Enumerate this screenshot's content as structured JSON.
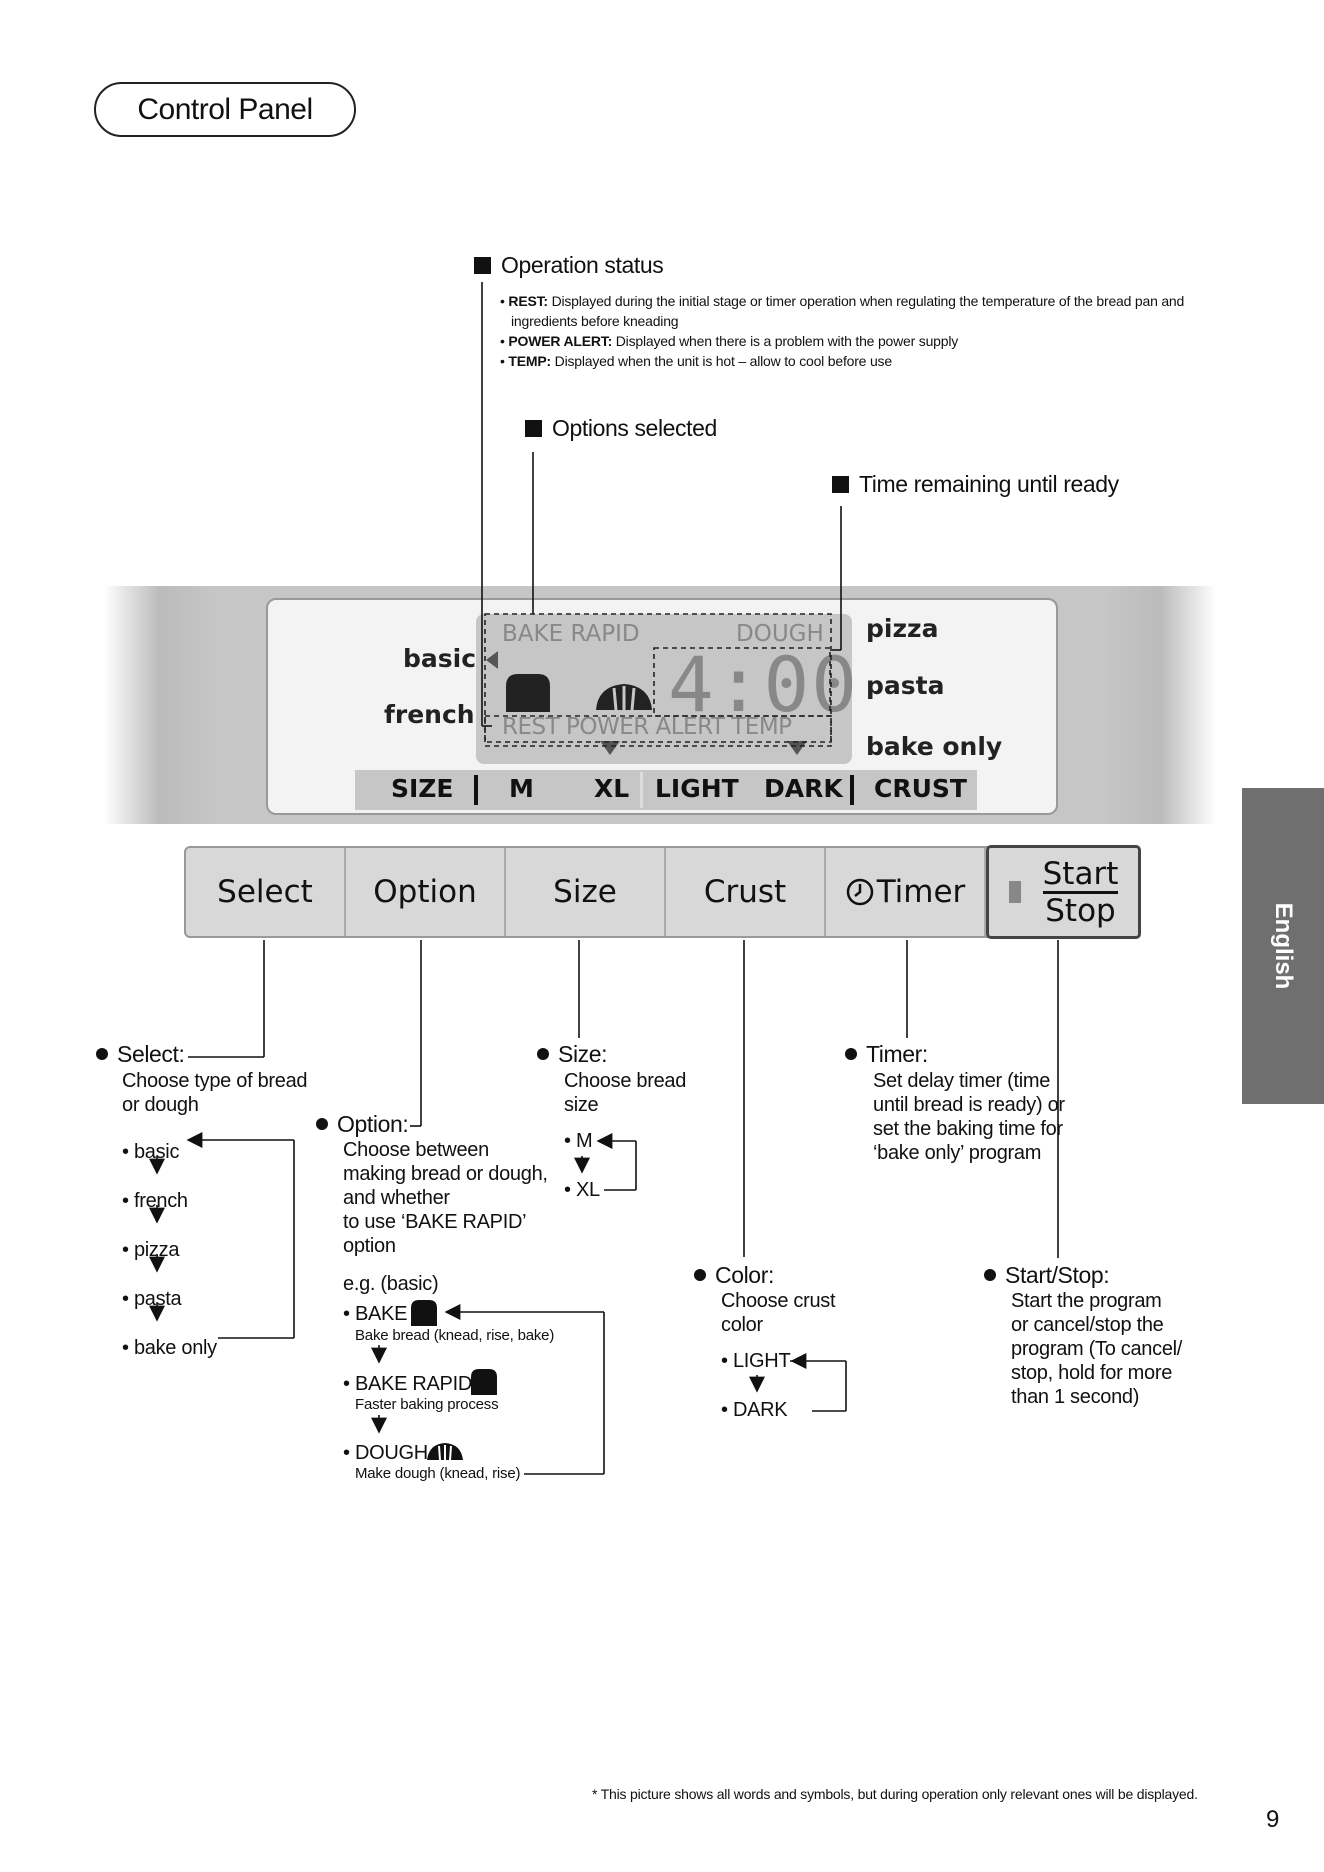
{
  "header": {
    "title": "Control Panel"
  },
  "operation_status": {
    "heading": "Operation status",
    "items": [
      {
        "term": "REST:",
        "text": "Displayed during the initial stage or timer operation when regulating the temperature of the bread pan and"
      },
      {
        "term": "",
        "text": "ingredients before kneading"
      },
      {
        "term": "POWER ALERT:",
        "text": "Displayed when there is a problem with the power supply"
      },
      {
        "term": "TEMP:",
        "text": "Displayed when the unit is hot – allow to cool before use"
      }
    ]
  },
  "options_selected": {
    "heading": "Options selected"
  },
  "time_remaining": {
    "heading": "Time remaining until ready"
  },
  "display": {
    "menu_left": [
      "basic",
      "french"
    ],
    "menu_right": [
      "pizza",
      "pasta",
      "bake only"
    ],
    "top_labels": {
      "bake_rapid": "BAKE RAPID",
      "dough": "DOUGH"
    },
    "time": "4:00",
    "status_labels": "REST POWER ALERT TEMP",
    "strip": {
      "size": "SIZE",
      "m": "M",
      "xl": "XL",
      "light": "LIGHT",
      "dark": "DARK",
      "crust": "CRUST"
    }
  },
  "buttons": {
    "select": "Select",
    "option": "Option",
    "size": "Size",
    "crust": "Crust",
    "timer": "Timer",
    "start": "Start",
    "stop": "Stop"
  },
  "side_tab": "English",
  "select_desc": {
    "title": "Select:",
    "lines": [
      "Choose type of bread",
      "or dough"
    ],
    "items": [
      "• basic",
      "• french",
      "• pizza",
      "• pasta",
      "• bake only"
    ]
  },
  "option_desc": {
    "title": "Option:",
    "lines": [
      "Choose between",
      "making bread or dough,",
      "and whether",
      "to use ‘BAKE RAPID’",
      "option"
    ],
    "eg": "e.g. (basic)",
    "items": [
      {
        "label": "• BAKE",
        "sub": "Bake bread (knead, rise, bake)"
      },
      {
        "label": "• BAKE RAPID",
        "sub": "Faster baking process"
      },
      {
        "label": "• DOUGH",
        "sub": "Make dough (knead, rise)"
      }
    ]
  },
  "size_desc": {
    "title": "Size:",
    "lines": [
      "Choose bread",
      "size"
    ],
    "items": [
      "• M",
      "• XL"
    ]
  },
  "color_desc": {
    "title": "Color:",
    "lines": [
      "Choose crust",
      "color"
    ],
    "items": [
      "• LIGHT",
      "• DARK"
    ]
  },
  "timer_desc": {
    "title": "Timer:",
    "lines": [
      "Set delay timer (time",
      "until bread is ready) or",
      "set the baking time for",
      "‘bake only’ program"
    ]
  },
  "startstop_desc": {
    "title": "Start/Stop:",
    "lines": [
      "Start the program",
      "or cancel/stop the",
      "program (To cancel/",
      "stop, hold for more",
      "than 1 second)"
    ]
  },
  "footnote": "* This picture shows all words and symbols, but during operation only relevant ones will be displayed.",
  "page_number": "9"
}
